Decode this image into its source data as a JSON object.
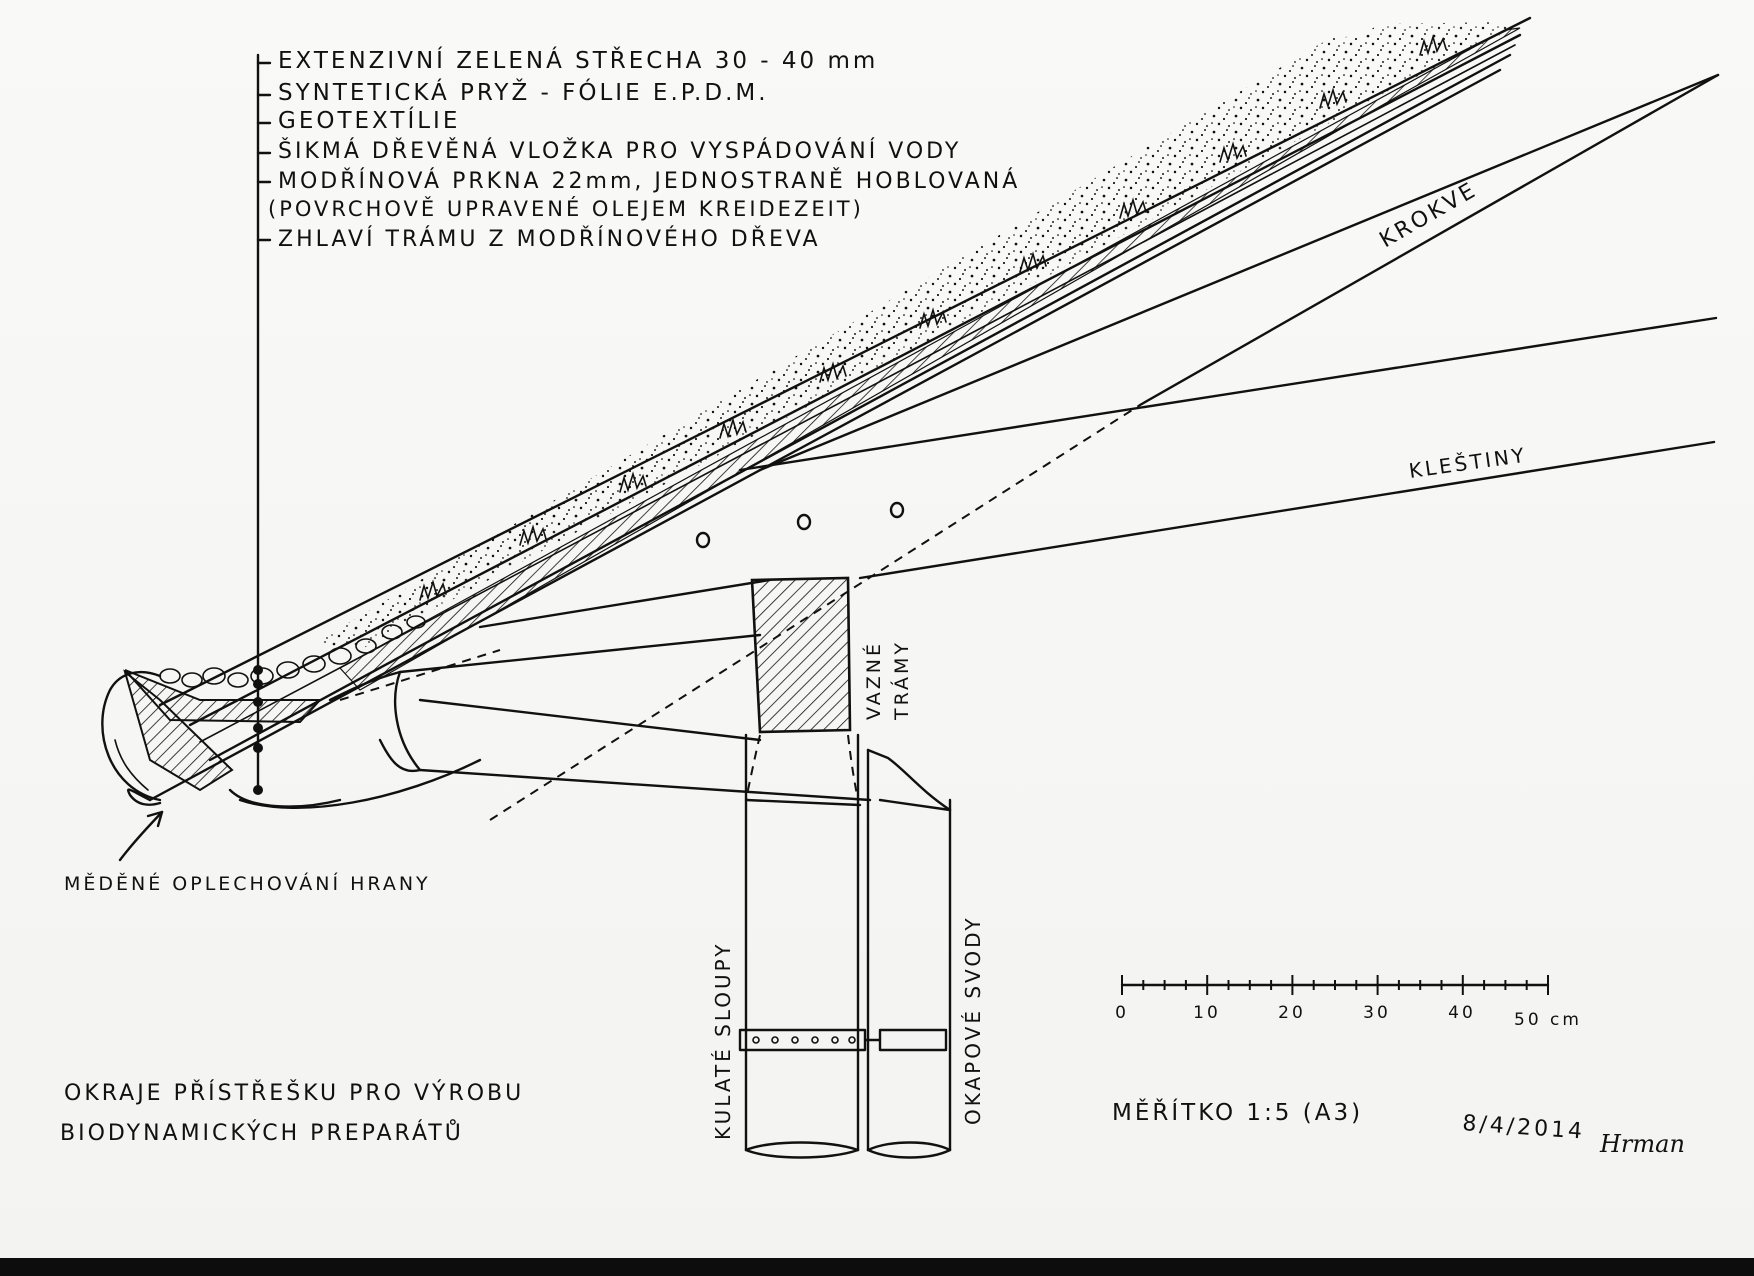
{
  "layers": [
    "EXTENZIVNÍ ZELENÁ STŘECHA 30 - 40 mm",
    "SYNTETICKÁ PRYŽ - FÓLIE E.P.D.M.",
    "GEOTEXTÍLIE",
    "ŠIKMÁ DŘEVĚNÁ VLOŽKA PRO VYSPÁDOVÁNÍ VODY",
    "MODŘÍNOVÁ PRKNA 22mm, JEDNOSTRANĚ HOBLOVANÁ",
    "(POVRCHOVĚ UPRAVENÉ OLEJEM KREIDEZEIT)",
    "ZHLAVÍ TRÁMU Z MODŘÍNOVÉHO DŘEVA"
  ],
  "labels": {
    "rafters": "KROKVE",
    "collar_ties": "KLEŠTINY",
    "tie_beams": [
      "VAZNÉ",
      "TRÁMY"
    ],
    "round_posts": "KULATÉ SLOUPY",
    "downpipes": "OKAPOVÉ SVODY",
    "copper_flashing": "MĚDĚNÉ OPLECHOVÁNÍ HRANY"
  },
  "scale_bar": {
    "ticks": [
      "0",
      "10",
      "20",
      "30",
      "40",
      "50 cm"
    ]
  },
  "title_block": {
    "title_line1": "OKRAJE PŘÍSTŘEŠKU PRO VÝROBU",
    "title_line2": "BIODYNAMICKÝCH PREPARÁTŮ",
    "scale": "MĚŘÍTKO 1:5 (A3)",
    "date": "8/4/2014",
    "signature": "Hrman"
  }
}
